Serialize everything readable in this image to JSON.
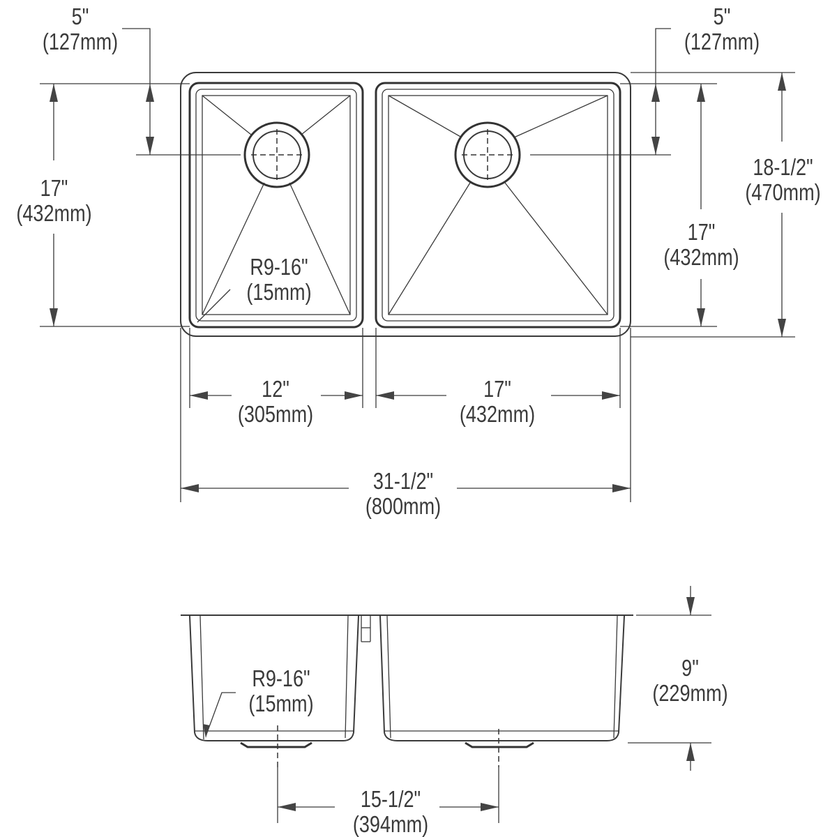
{
  "drawing": {
    "title": "Double bowl undermount sink dimension drawing",
    "top_view": {
      "left_drain_offset": {
        "in": "5\"",
        "mm": "(127mm)"
      },
      "right_drain_offset": {
        "in": "5\"",
        "mm": "(127mm)"
      },
      "left_bowl_depth": {
        "in": "17\"",
        "mm": "(432mm)"
      },
      "right_bowl_depth": {
        "in": "17\"",
        "mm": "(432mm)"
      },
      "overall_depth": {
        "in": "18-1/2\"",
        "mm": "(470mm)"
      },
      "corner_radius": {
        "in": "R9-16\"",
        "mm": "(15mm)"
      },
      "left_bowl_width": {
        "in": "12\"",
        "mm": "(305mm)"
      },
      "right_bowl_width": {
        "in": "17\"",
        "mm": "(432mm)"
      },
      "overall_width": {
        "in": "31-1/2\"",
        "mm": "(800mm)"
      }
    },
    "side_view": {
      "corner_radius": {
        "in": "R9-16\"",
        "mm": "(15mm)"
      },
      "bowl_height": {
        "in": "9\"",
        "mm": "(229mm)"
      },
      "drain_spacing": {
        "in": "15-1/2\"",
        "mm": "(394mm)"
      }
    }
  }
}
